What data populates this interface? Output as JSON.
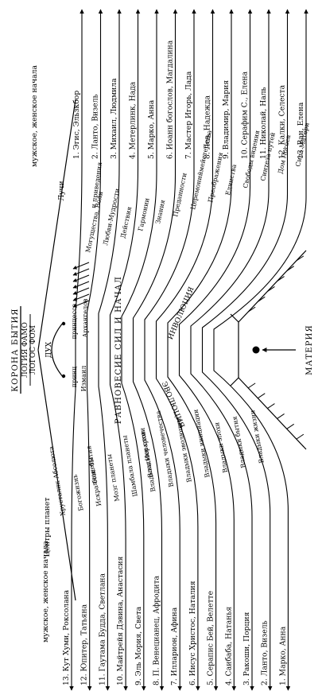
{
  "right_header": "мужское, женское начала",
  "left_header": "мужское, женское начала",
  "rays_label": "Лучи",
  "centers_label": "Центры планет",
  "crown_title": "КОРОНА БЫТИЯ",
  "logoi": [
    "ЛОГИЯ ФАМО",
    "ЛОГОС ФОМ"
  ],
  "spirit": "ДУХ",
  "prince": "принц",
  "princess": "принцесса",
  "izmail": "Измаил",
  "archangels": "Архангелов",
  "balance": "РАВНОВЕСИЕ СИЛ И НАЧАЛ",
  "involution": "ИНВОЛЮЦИЯ",
  "evolution": "ЭВОЛЮЦИЯ",
  "matter": "МАТЕРИЯ",
  "right_pairs": [
    "1. Эгис, Эльзкбор",
    "2. Ланто, Визель",
    "3. Михаил, Людмила",
    "4. Метерлинк, Нада",
    "5. Марко, Анна",
    "6. Иоанн богослов, Магдалина",
    "7. Мастер Игорь, Лада",
    "8. Лев, Надежда",
    "9. Владимир, Мария",
    "10. Серафим С., Елена",
    "11. Николай, Наль",
    "12. Калки, Селеста",
    "13. Ван, Елена"
  ],
  "right_rays": [
    "Могущества, Воли",
    "Любви-Мудрости",
    "Действия",
    "Гармонии",
    "Знания",
    "Преданности",
    "Церемониймейстерства",
    "Преображения",
    "Единства",
    "Свободы видения",
    "Синтеза путей",
    "Дом Логоса",
    "Сила Матери"
  ],
  "right_extra": "и приведения",
  "left_pairs": [
    "13. Кут Хуми, Роксолана",
    "12. Юпитер, Татьяна",
    "11. Гаутама Будда, Светлана",
    "10. Майтрейя Дэвина, Анастасия",
    "9. Эль Мория, Света",
    "8. П. Венецианец, Афродита",
    "7. Илларион, Афина",
    "6. Иисус Христос, Наталия",
    "5. Серапис Бей, Велетте",
    "4. Саибаба, Натанья",
    "3. Ракоши, Порция",
    "2. Ланто, Визель",
    "1. Марко, Анна"
  ],
  "left_rays": [
    "Хрусталик Абсолюта",
    "Богожизнь",
    "Искра бож. бытия",
    "Мозг планеты",
    "Шамбала планеты",
    "Владыки Иерархии",
    "Владыки человечества",
    "Владыки эволюции",
    "Владыки инициации",
    "Владыки эпохи",
    "Владыки бытия",
    "Владыки жизни"
  ],
  "left_extra": [
    "планеты",
    "Владыки слов"
  ]
}
